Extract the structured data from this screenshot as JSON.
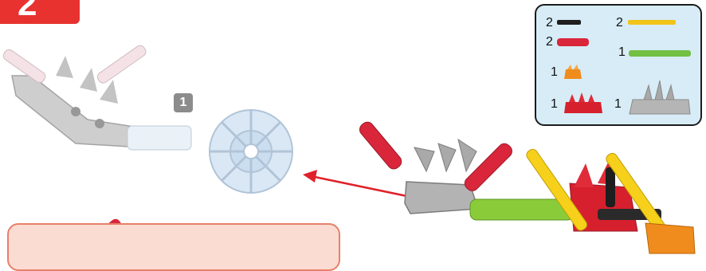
{
  "step": {
    "number": "2"
  },
  "illustration": {
    "sub_assembly_marker": "1"
  },
  "parts_list": {
    "items": [
      {
        "qty": "2",
        "icon": "black-rod-short-icon"
      },
      {
        "qty": "2",
        "icon": "yellow-rod-long-icon"
      },
      {
        "qty": "2",
        "icon": "red-rod-icon"
      },
      {
        "qty": "1",
        "icon": "green-rod-icon"
      },
      {
        "qty": "1",
        "icon": "orange-connector-icon"
      },
      {
        "qty": "1",
        "icon": "red-connector-icon"
      },
      {
        "qty": "1",
        "icon": "gray-connector-icon"
      }
    ]
  },
  "colors": {
    "badge": "#e8322f",
    "parts_panel": "#d7ecf7",
    "tip_panel": "#fbdcd2",
    "arrow": "#e0202a"
  }
}
